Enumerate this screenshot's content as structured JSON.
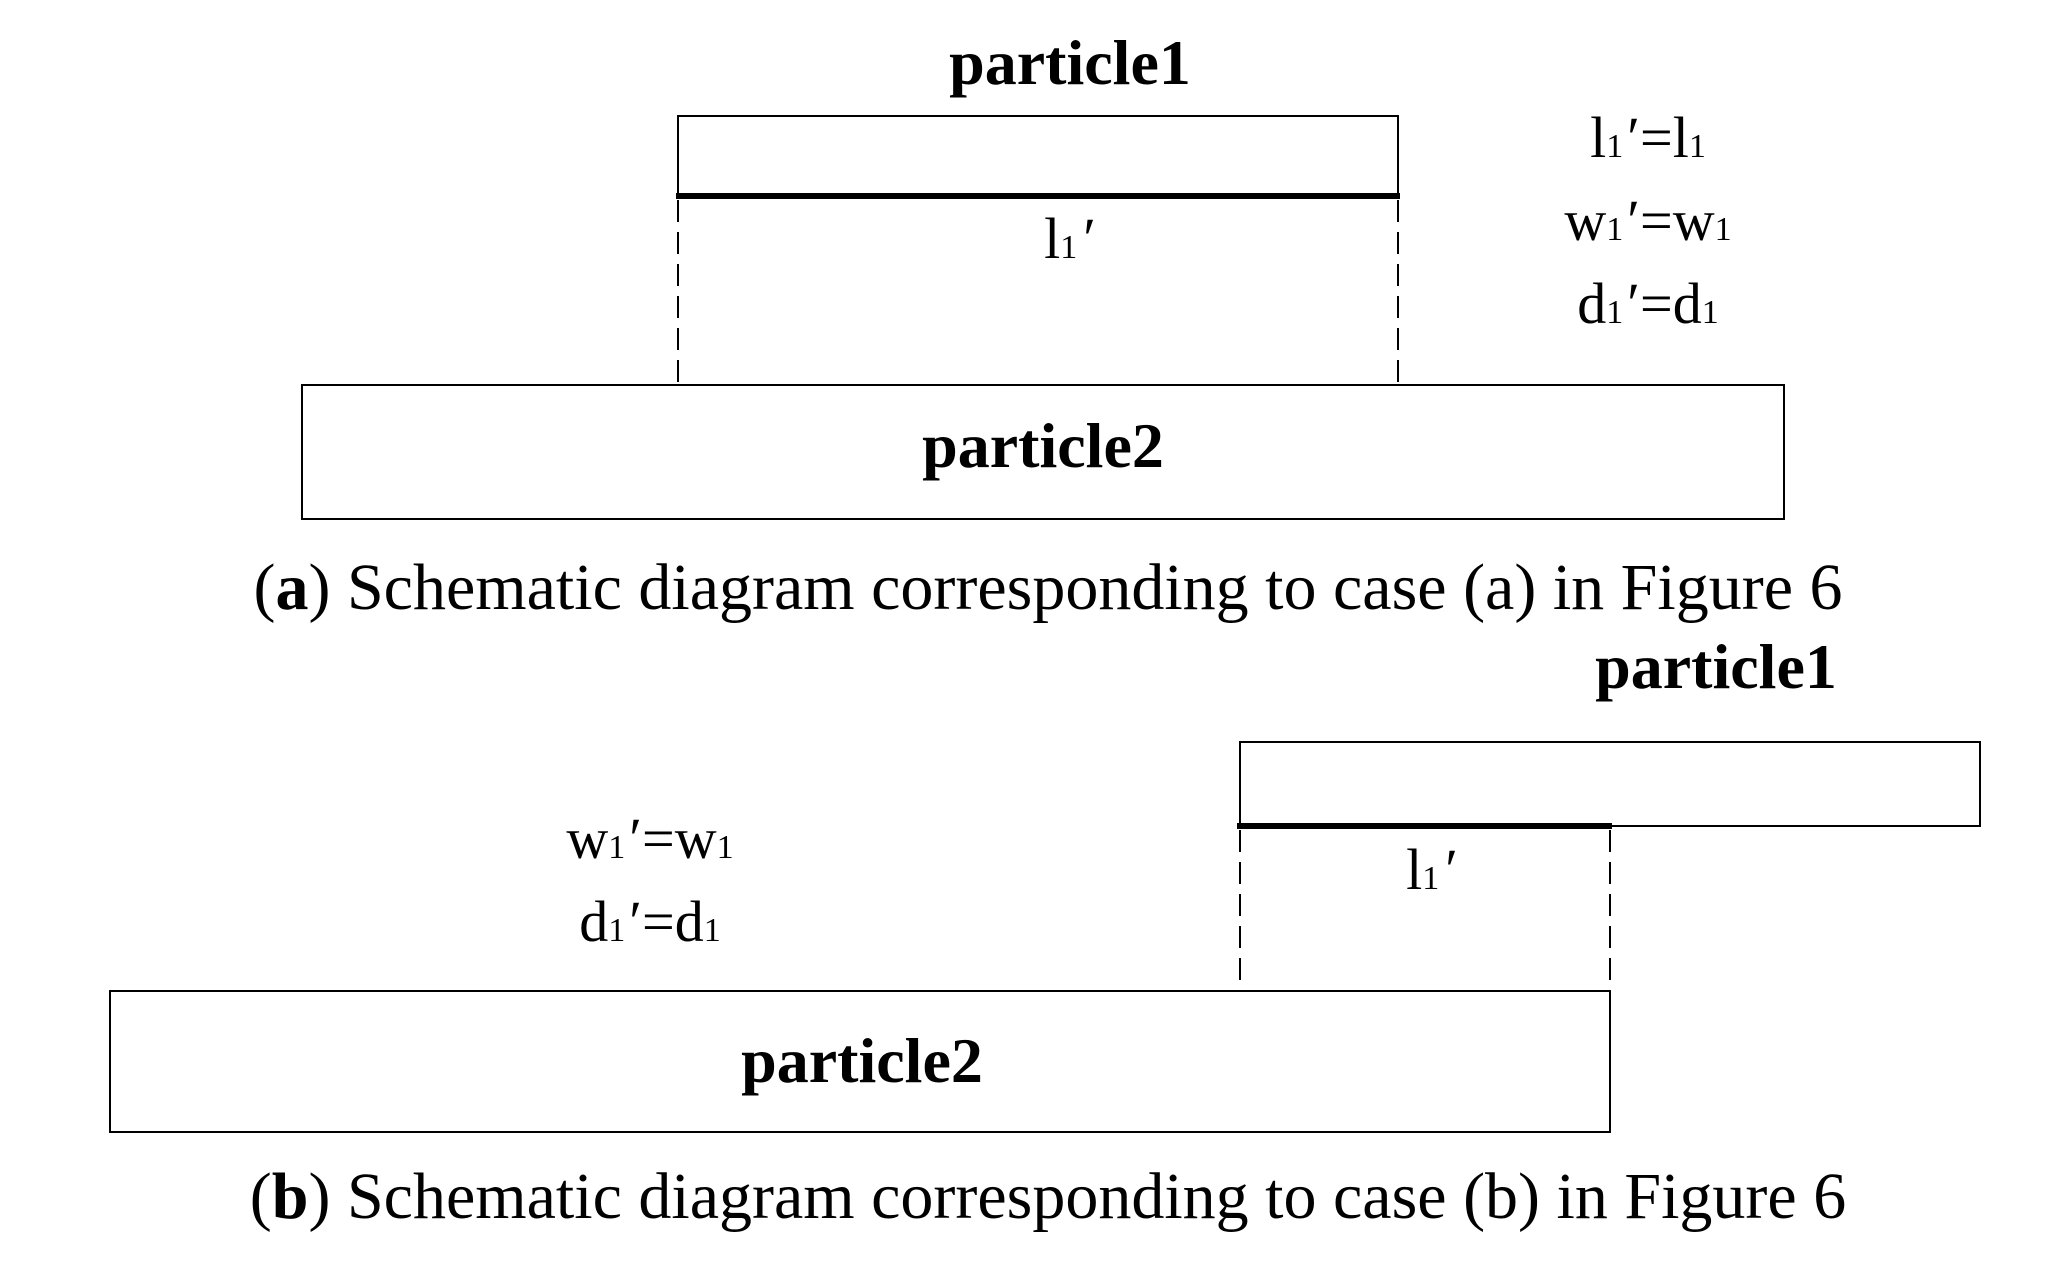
{
  "panel_a": {
    "particle1_label": "particle1",
    "particle2_label": "particle2",
    "contact_label": {
      "base": "l",
      "sub": "1",
      "prime": "′"
    },
    "equations": [
      {
        "lhs": "l",
        "rhs": "l",
        "sub": "1",
        "prime": "′",
        "eq": "="
      },
      {
        "lhs": "w",
        "rhs": "w",
        "sub": "1",
        "prime": "′",
        "eq": "="
      },
      {
        "lhs": "d",
        "rhs": "d",
        "sub": "1",
        "prime": "′",
        "eq": "="
      }
    ],
    "caption": {
      "open": "(",
      "letter": "a",
      "rest": ") Schematic diagram corresponding to case (a) in Figure 6"
    }
  },
  "panel_b": {
    "particle1_label": "particle1",
    "particle2_label": "particle2",
    "contact_label": {
      "base": "l",
      "sub": "1",
      "prime": "′"
    },
    "equations": [
      {
        "lhs": "w",
        "rhs": "w",
        "sub": "1",
        "prime": "′",
        "eq": "="
      },
      {
        "lhs": "d",
        "rhs": "d",
        "sub": "1",
        "prime": "′",
        "eq": "="
      }
    ],
    "caption": {
      "open": "(",
      "letter": "b",
      "rest": ") Schematic diagram corresponding to case (b) in Figure 6"
    }
  }
}
